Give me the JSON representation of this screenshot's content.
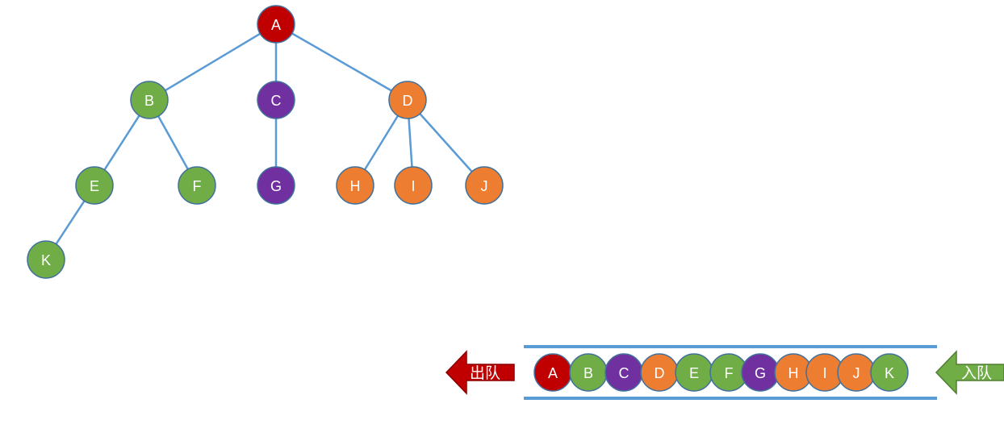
{
  "colors": {
    "red": "#c00000",
    "green": "#70ad47",
    "purple": "#7030a0",
    "orange": "#ed7d31",
    "edge": "#5b9bd5",
    "node_stroke": "#41719c",
    "queue_border": "#5b9bd5",
    "dequeue_arrow": "#c00000",
    "enqueue_arrow": "#70ad47"
  },
  "tree": {
    "nodes": [
      {
        "id": "A",
        "label": "A",
        "color": "red"
      },
      {
        "id": "B",
        "label": "B",
        "color": "green"
      },
      {
        "id": "C",
        "label": "C",
        "color": "purple"
      },
      {
        "id": "D",
        "label": "D",
        "color": "orange"
      },
      {
        "id": "E",
        "label": "E",
        "color": "green"
      },
      {
        "id": "F",
        "label": "F",
        "color": "green"
      },
      {
        "id": "G",
        "label": "G",
        "color": "purple"
      },
      {
        "id": "H",
        "label": "H",
        "color": "orange"
      },
      {
        "id": "I",
        "label": "I",
        "color": "orange"
      },
      {
        "id": "J",
        "label": "J",
        "color": "orange"
      },
      {
        "id": "K",
        "label": "K",
        "color": "green"
      }
    ],
    "edges": [
      [
        "A",
        "B"
      ],
      [
        "A",
        "C"
      ],
      [
        "A",
        "D"
      ],
      [
        "B",
        "E"
      ],
      [
        "B",
        "F"
      ],
      [
        "C",
        "G"
      ],
      [
        "D",
        "H"
      ],
      [
        "D",
        "I"
      ],
      [
        "D",
        "J"
      ],
      [
        "E",
        "K"
      ]
    ]
  },
  "queue": {
    "items": [
      {
        "label": "A",
        "color": "red"
      },
      {
        "label": "B",
        "color": "green"
      },
      {
        "label": "C",
        "color": "purple"
      },
      {
        "label": "D",
        "color": "orange"
      },
      {
        "label": "E",
        "color": "green"
      },
      {
        "label": "F",
        "color": "green"
      },
      {
        "label": "G",
        "color": "purple"
      },
      {
        "label": "H",
        "color": "orange"
      },
      {
        "label": "I",
        "color": "orange"
      },
      {
        "label": "J",
        "color": "orange"
      },
      {
        "label": "K",
        "color": "green"
      }
    ],
    "dequeue_label": "出队",
    "enqueue_label": "入队"
  }
}
